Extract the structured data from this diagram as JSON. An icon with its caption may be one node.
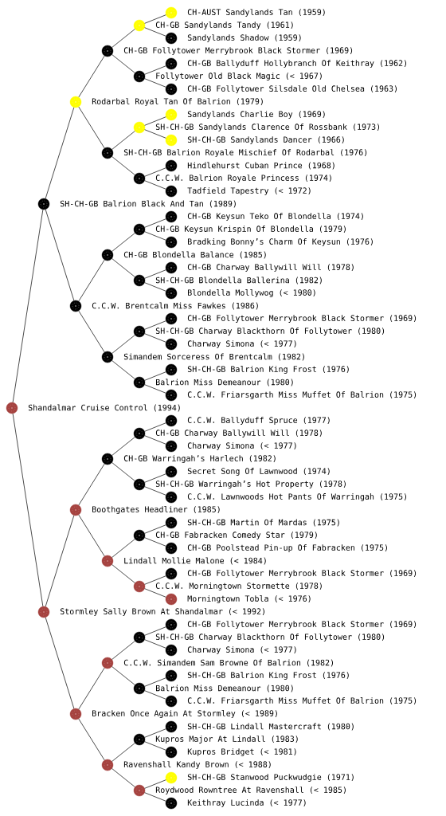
{
  "diagram": {
    "nodes": [
      {
        "text": [
          "CH-AUST Sandylands Tan (1959)"
        ]
      },
      {
        "text": [
          "CH-GB Sandylands Tandy (1961)"
        ]
      },
      {
        "text": [
          "Sandylands Shadow (1959)"
        ]
      },
      {
        "text": [
          "CH-GB Follytower Merrybrook Black Stormer (1969)"
        ]
      },
      {
        "text": [
          "CH-GB Ballyduff Hollybranch Of Keithray (1962)"
        ]
      },
      {
        "text": [
          "Follytower Old Black Magic (< 1967)"
        ]
      },
      {
        "text": [
          "CH-GB Follytower Silsdale Old Chelsea (1963)"
        ]
      },
      {
        "text": [
          "Rodarbal Royal Tan Of Balrion (1979)"
        ]
      },
      {
        "text": [
          "Sandylands Charlie Boy (1969)"
        ]
      },
      {
        "text": [
          "SH-CH-GB Sandylands Clarence Of Rossbank (1973)"
        ]
      },
      {
        "text": [
          "SH-CH-GB Sandylands Dancer (1966)"
        ]
      },
      {
        "text": [
          "SH-CH-GB Balrion Royale Mischief Of Rodarbal (1976)"
        ]
      },
      {
        "text": [
          "Hindlehurst Cuban Prince (1968)"
        ]
      },
      {
        "text": [
          "C.C.W. Balrion Royale Princess (1974)"
        ]
      },
      {
        "text": [
          "Tadfield Tapestry (< 1972)"
        ]
      },
      {
        "text": [
          "SH-CH-GB Balrion Black And Tan (1989)"
        ]
      },
      {
        "text": [
          "CH-GB Keysun Teko Of Blondella (1974)"
        ]
      },
      {
        "text": [
          "CH-GB Keysun Krispin Of Blondella (1979)"
        ]
      },
      {
        "text": [
          "Bradking Bonny’s Charm Of Keysun (1976)"
        ]
      },
      {
        "text": [
          "CH-GB Blondella Balance (1985)"
        ]
      },
      {
        "text": [
          "CH-GB Charway Ballywill Will (1978)"
        ]
      },
      {
        "text": [
          "SH-CH-GB Blondella Ballerina (1982)"
        ]
      },
      {
        "text": [
          "Blondella Mollywog (< 1980)"
        ]
      },
      {
        "text": [
          "C.C.W. Brentcalm Miss Fawkes (1986)"
        ]
      },
      {
        "text": [
          "CH-GB Follytower Merrybrook Black Stormer (1969)"
        ]
      },
      {
        "text": [
          "SH-CH-GB Charway Blackthorn Of Follytower (1980)"
        ]
      },
      {
        "text": [
          "Charway Simona (< 1977)"
        ]
      },
      {
        "text": [
          "Simandem Sorceress Of Brentcalm (1982)"
        ]
      },
      {
        "text": [
          "SH-CH-GB Balrion King Frost (1976)"
        ]
      },
      {
        "text": [
          "Balrion Miss Demeanour (1980)"
        ]
      },
      {
        "text": [
          "C.C.W. Friarsgarth Miss Muffet Of Balrion (1975)"
        ]
      },
      {
        "text": [
          "Shandalmar Cruise Control (1994)"
        ]
      },
      {
        "text": [
          "C.C.W. Ballyduff Spruce (1977)"
        ]
      },
      {
        "text": [
          "CH-GB Charway Ballywill Will (1978)"
        ]
      },
      {
        "text": [
          "Charway Simona (< 1977)"
        ]
      },
      {
        "text": [
          "CH-GB Warringah’s Harlech (1982)"
        ]
      },
      {
        "text": [
          "Secret Song Of Lawnwood (1974)"
        ]
      },
      {
        "text": [
          "SH-CH-GB Warringah’s Hot Property (1978)"
        ]
      },
      {
        "text": [
          "C.C.W. Lawnwoods Hot Pants Of Warringah (1975)"
        ]
      },
      {
        "text": [
          "Boothgates Headliner (1985)"
        ]
      },
      {
        "text": [
          "SH-CH-GB Martin Of Mardas (1975)"
        ]
      },
      {
        "text": [
          "CH-GB Fabracken Comedy Star (1979)"
        ]
      },
      {
        "text": [
          "CH-GB Poolstead Pin-up Of Fabracken (1975)"
        ]
      },
      {
        "text": [
          "Lindall Mollie Malone (< 1984)"
        ]
      },
      {
        "text": [
          "CH-GB Follytower Merrybrook Black Stormer (1969)"
        ]
      },
      {
        "text": [
          "C.C.W. Morningtown Stormette (1978)"
        ]
      },
      {
        "text": [
          "Morningtown Tobla (< 1976)"
        ]
      },
      {
        "text": [
          "Stormley Sally Brown At Shandalmar (< 1992)"
        ]
      },
      {
        "text": [
          "CH-GB Follytower Merrybrook Black Stormer (1969)"
        ]
      },
      {
        "text": [
          "SH-CH-GB Charway Blackthorn Of Follytower (1980)"
        ]
      },
      {
        "text": [
          "Charway Simona (< 1977)"
        ]
      },
      {
        "text": [
          "C.C.W. Simandem Sam Browne Of Balrion (1982)"
        ]
      },
      {
        "text": [
          "SH-CH-GB Balrion King Frost (1976)"
        ]
      },
      {
        "text": [
          "Balrion Miss Demeanour (1980)"
        ]
      },
      {
        "text": [
          "C.C.W. Friarsgarth Miss Muffet Of Balrion (1975)"
        ]
      },
      {
        "text": [
          "Bracken Once Again At Stormley (< 1989)"
        ]
      },
      {
        "text": [
          "SH-CH-GB Lindall Mastercraft (1980)"
        ]
      },
      {
        "text": [
          "Kupros Major At Lindall (1983)"
        ]
      },
      {
        "text": [
          "Kupros Bridget (< 1981)"
        ]
      },
      {
        "text": [
          "Ravenshall Kandy Brown (< 1988)"
        ]
      },
      {
        "text": [
          "SH-CH-GB Stanwood Puckwudgie (1971)"
        ]
      },
      {
        "text": [
          "Roydwood Rowntree At Ravenshall (< 1985)"
        ]
      },
      {
        "text": [
          "Keithray Lucinda (< 1977)"
        ]
      }
    ],
    "edges": [
      {
        "from": 1,
        "to": 0,
        "arrow": "none"
      },
      {
        "from": 1,
        "to": 2,
        "arrow": "none"
      },
      {
        "from": 3,
        "to": 1,
        "arrow": "none"
      },
      {
        "from": 3,
        "to": 5,
        "arrow": "none"
      },
      {
        "from": 5,
        "to": 4,
        "arrow": "none"
      },
      {
        "from": 5,
        "to": 6,
        "arrow": "none"
      },
      {
        "from": 7,
        "to": 3,
        "arrow": "none"
      },
      {
        "from": 7,
        "to": 11,
        "arrow": "none"
      },
      {
        "from": 9,
        "to": 8,
        "arrow": "none"
      },
      {
        "from": 9,
        "to": 10,
        "arrow": "none"
      },
      {
        "from": 11,
        "to": 9,
        "arrow": "none"
      },
      {
        "from": 11,
        "to": 13,
        "arrow": "none"
      },
      {
        "from": 13,
        "to": 12,
        "arrow": "none"
      },
      {
        "from": 13,
        "to": 14,
        "arrow": "none"
      },
      {
        "from": 15,
        "to": 7,
        "arrow": "none"
      },
      {
        "from": 15,
        "to": 23,
        "arrow": "none"
      },
      {
        "from": 17,
        "to": 16,
        "arrow": "none"
      },
      {
        "from": 17,
        "to": 18,
        "arrow": "none"
      },
      {
        "from": 19,
        "to": 17,
        "arrow": "none"
      },
      {
        "from": 19,
        "to": 21,
        "arrow": "none"
      },
      {
        "from": 21,
        "to": 20,
        "arrow": "none"
      },
      {
        "from": 21,
        "to": 22,
        "arrow": "none"
      },
      {
        "from": 23,
        "to": 19,
        "arrow": "none"
      },
      {
        "from": 23,
        "to": 27,
        "arrow": "none"
      },
      {
        "from": 25,
        "to": 24,
        "arrow": "none"
      },
      {
        "from": 25,
        "to": 26,
        "arrow": "none"
      },
      {
        "from": 27,
        "to": 25,
        "arrow": "none"
      },
      {
        "from": 27,
        "to": 29,
        "arrow": "none"
      },
      {
        "from": 29,
        "to": 28,
        "arrow": "none"
      },
      {
        "from": 29,
        "to": 30,
        "arrow": "none"
      },
      {
        "from": 31,
        "to": 15,
        "arrow": "none"
      },
      {
        "from": 31,
        "to": 47,
        "arrow": "none"
      },
      {
        "from": 33,
        "to": 32,
        "arrow": "none"
      },
      {
        "from": 33,
        "to": 34,
        "arrow": "none"
      },
      {
        "from": 35,
        "to": 33,
        "arrow": "none"
      },
      {
        "from": 35,
        "to": 37,
        "arrow": "none"
      },
      {
        "from": 37,
        "to": 36,
        "arrow": "none"
      },
      {
        "from": 37,
        "to": 38,
        "arrow": "none"
      },
      {
        "from": 39,
        "to": 35,
        "arrow": "none"
      },
      {
        "from": 39,
        "to": 43,
        "arrow": "none"
      },
      {
        "from": 41,
        "to": 40,
        "arrow": "none"
      },
      {
        "from": 41,
        "to": 42,
        "arrow": "none"
      },
      {
        "from": 43,
        "to": 41,
        "arrow": "none"
      },
      {
        "from": 43,
        "to": 45,
        "arrow": "none"
      },
      {
        "from": 45,
        "to": 44,
        "arrow": "none"
      },
      {
        "from": 45,
        "to": 46,
        "arrow": "none"
      },
      {
        "from": 47,
        "to": 39,
        "arrow": "none"
      },
      {
        "from": 47,
        "to": 55,
        "arrow": "none"
      },
      {
        "from": 49,
        "to": 48,
        "arrow": "none"
      },
      {
        "from": 49,
        "to": 50,
        "arrow": "none"
      },
      {
        "from": 51,
        "to": 49,
        "arrow": "none"
      },
      {
        "from": 51,
        "to": 53,
        "arrow": "none"
      },
      {
        "from": 53,
        "to": 52,
        "arrow": "none"
      },
      {
        "from": 53,
        "to": 54,
        "arrow": "none"
      },
      {
        "from": 55,
        "to": 51,
        "arrow": "none"
      },
      {
        "from": 55,
        "to": 59,
        "arrow": "none"
      },
      {
        "from": 57,
        "to": 56,
        "arrow": "none"
      },
      {
        "from": 57,
        "to": 58,
        "arrow": "none"
      },
      {
        "from": 59,
        "to": 57,
        "arrow": "none"
      },
      {
        "from": 59,
        "to": 61,
        "arrow": "none"
      },
      {
        "from": 61,
        "to": 60,
        "arrow": "none"
      },
      {
        "from": 61,
        "to": 62,
        "arrow": "none"
      }
    ]
  }
}
